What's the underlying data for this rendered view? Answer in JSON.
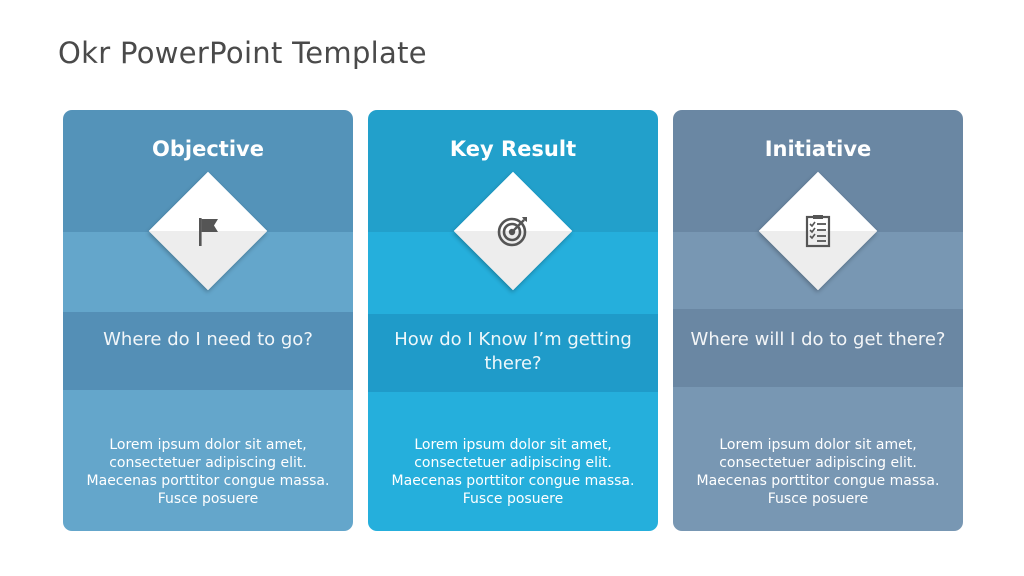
{
  "slide": {
    "title": "Okr PowerPoint Template"
  },
  "cards": [
    {
      "heading": "Objective",
      "question": "Where do I need to go?",
      "body": "Lorem ipsum dolor sit amet, consectetuer adipiscing elit. Maecenas porttitor congue massa. Fusce posuere",
      "icon": "flag-icon",
      "colors": {
        "top": "#5493b9",
        "middle": "#64a6cb",
        "question_band": "#548fb6",
        "bottom": "#64a6cb"
      }
    },
    {
      "heading": "Key Result",
      "question": "How do I Know I’m getting there?",
      "body": "Lorem ipsum dolor sit amet, consectetuer adipiscing elit. Maecenas porttitor congue massa. Fusce posuere",
      "icon": "target-icon",
      "colors": {
        "top": "#22a0cb",
        "middle": "#25afdc",
        "question_band": "#1f9bc9",
        "bottom": "#25afdc"
      }
    },
    {
      "heading": "Initiative",
      "question": "Where will I do to get there?",
      "body": "Lorem ipsum dolor sit amet, consectetuer adipiscing elit. Maecenas porttitor congue massa. Fusce posuere",
      "icon": "checklist-icon",
      "colors": {
        "top": "#6a87a3",
        "middle": "#7897b3",
        "question_band": "#6a87a3",
        "bottom": "#7897b3"
      }
    }
  ]
}
